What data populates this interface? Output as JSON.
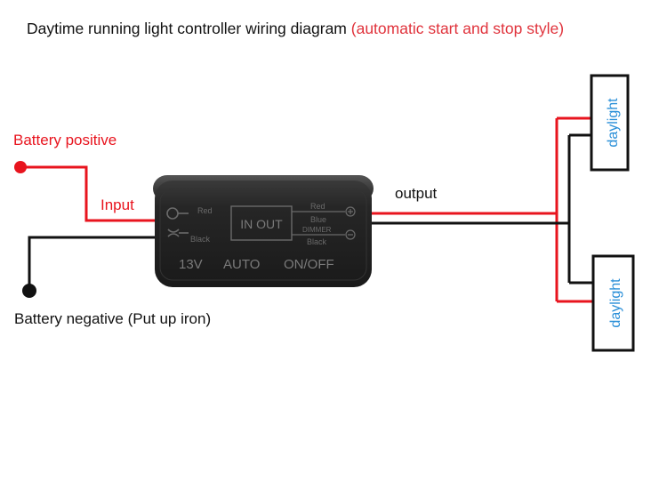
{
  "title": {
    "main": "Daytime running light controller wiring diagram",
    "sub": "(automatic start and stop style)"
  },
  "labels": {
    "battery_positive": "Battery positive",
    "input": "Input",
    "output": "output",
    "battery_negative": "Battery negative (Put up iron)"
  },
  "controller": {
    "in_out": "IN OUT",
    "left_red": "Red",
    "left_black": "Black",
    "right_red": "Red",
    "right_blue": "Blue",
    "right_dimmer": "DIMMER",
    "right_black": "Black",
    "bottom_13v": "13V",
    "bottom_auto": "AUTO",
    "bottom_onoff": "ON/OFF"
  },
  "lamps": [
    {
      "label": "daylight"
    },
    {
      "label": "daylight"
    }
  ],
  "colors": {
    "red_wire": "#e8141e",
    "black_wire": "#111111",
    "lamp_text": "#2a8fd8",
    "module_body": "#222222"
  }
}
